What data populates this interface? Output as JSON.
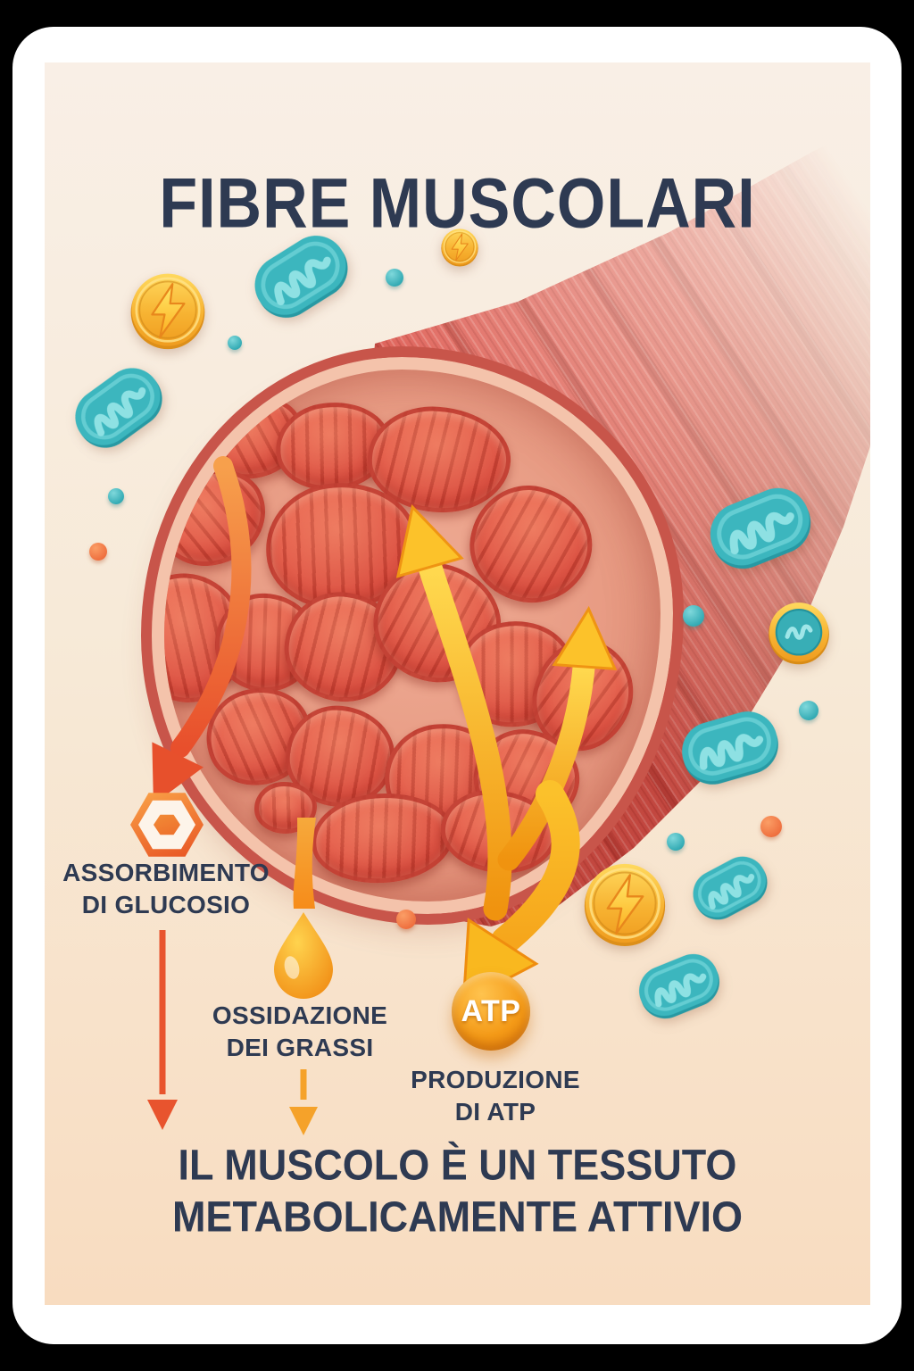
{
  "poster": {
    "title": "FIBRE MUSCOLARI",
    "atp_badge": "ATP",
    "labels": {
      "glucose": {
        "line1": "ASSORBIMENTO",
        "line2": "DI GLUCOSIO"
      },
      "fat": {
        "line1": "OSSIDAZIONE",
        "line2": "DEI GRASSI"
      },
      "atp": {
        "line1": "PRODUZIONE",
        "line2": "DI ATP"
      }
    },
    "tagline": {
      "line1": "IL MUSCOLO È UN TESSUTO",
      "line2": "METABOLICAMENTE ATTIVIO"
    },
    "icons": {
      "mitochondrion": "teal-pill-with-cristae-squiggle",
      "energy_coin": "⚡",
      "mitochondrion_coin": "gold-coin-with-teal-mitochondrion",
      "glucose_hexagon": "⬢",
      "fat_droplet": "orange-droplet",
      "glucose_arrow": "red-curved-down-arrow",
      "atp_arrows": "gold-curved-arrows"
    },
    "colors": {
      "frame": "#000000",
      "card": "#ffffff",
      "background_top": "#f9efe6",
      "background_bottom": "#f8dcc0",
      "text": "#2e3a52",
      "muscle_red": "#d9574e",
      "fascicle_red": "#e0564a",
      "sheath_salmon": "#f4c3ab",
      "rim_red": "#c8554a",
      "mitochondria_teal": "#3cb6be",
      "energy_gold": "#f7b332",
      "atp_orange": "#f0921e",
      "arrow_red": "#e8512c",
      "arrow_gold": "#fbc12b"
    }
  }
}
